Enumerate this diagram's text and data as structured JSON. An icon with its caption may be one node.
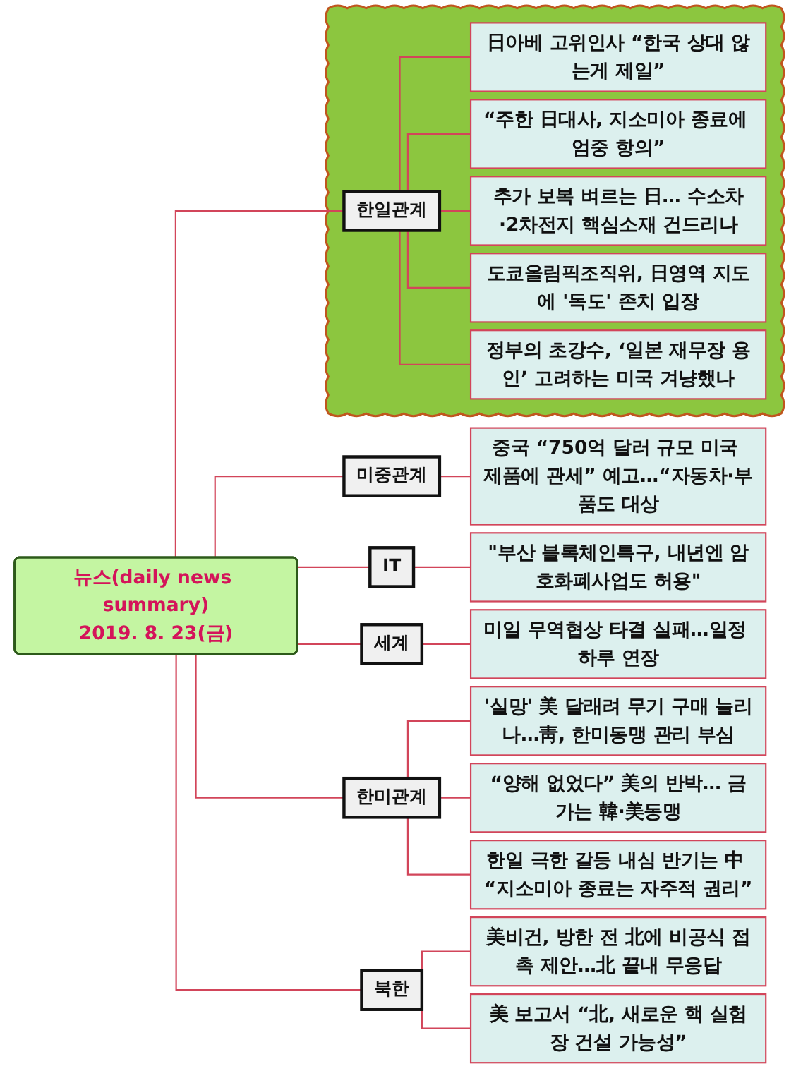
{
  "diagram": {
    "nodes": [
      {
        "text": [
          "뉴스(daily news summary)",
          "2019. 8. 23(금)"
        ]
      },
      {
        "text": [
          "미중관계"
        ]
      },
      {
        "text": [
          "중국 “750억 달러 규모 미국 제품에 관세” 예고…“자동차·부품도 대상"
        ]
      },
      {
        "text": [],
        "shape": "cloud"
      },
      {
        "text": [
          "한일관계"
        ],
        "in": 3
      },
      {
        "text": [
          "日아베 고위인사 “한국 상대 않는게 제일”"
        ],
        "in": 3
      },
      {
        "text": [
          "“주한 日대사, 지소미아 종료에 엄중 항의”"
        ],
        "in": 3
      },
      {
        "text": [
          "추가 보복 벼르는 日… 수소차·2차전지 핵심소재 건드리나"
        ],
        "in": 3
      },
      {
        "text": [
          "도쿄올림픽조직위, 日영역 지도에 '독도' 존치 입장"
        ],
        "in": 3
      },
      {
        "text": [
          "정부의 초강수, ‘일본 재무장 용인’ 고려하는 미국 겨냥했나"
        ],
        "in": 3
      },
      {
        "text": [
          "IT"
        ]
      },
      {
        "text": [
          "\"부산 블록체인특구, 내년엔 암호화폐사업도 허용\""
        ]
      },
      {
        "text": [
          "세계"
        ]
      },
      {
        "text": [
          "미일 무역협상 타결 실패…일정 하루 연장"
        ]
      },
      {
        "text": [
          "한미관계"
        ]
      },
      {
        "text": [
          "'실망' 美 달래려 무기 구매 늘리나…靑, 한미동맹 관리 부심"
        ]
      },
      {
        "text": [
          "“양해 없었다” 美의 반박… 금가는 韓·美동맹"
        ]
      },
      {
        "text": [
          "한일 극한 갈등 내심 반기는 中 “지소미아 종료는 자주적 권리”"
        ]
      },
      {
        "text": [
          "북한"
        ]
      },
      {
        "text": [
          "美비건, 방한 전 北에 비공식 접촉 제안…北 끝내 무응답"
        ]
      },
      {
        "text": [
          "美 보고서 “北, 새로운 핵 실험장 건설 가능성”"
        ]
      }
    ],
    "edges": [
      {
        "from": 0,
        "to": 1,
        "arrow": "none"
      },
      {
        "from": 1,
        "to": 2,
        "arrow": "none"
      },
      {
        "from": 0,
        "to": 4,
        "arrow": "none"
      },
      {
        "from": 4,
        "to": 5,
        "arrow": "none"
      },
      {
        "from": 4,
        "to": 6,
        "arrow": "none"
      },
      {
        "from": 4,
        "to": 7,
        "arrow": "none"
      },
      {
        "from": 4,
        "to": 8,
        "arrow": "none"
      },
      {
        "from": 4,
        "to": 9,
        "arrow": "none"
      },
      {
        "from": 0,
        "to": 10,
        "arrow": "none"
      },
      {
        "from": 10,
        "to": 11,
        "arrow": "none"
      },
      {
        "from": 0,
        "to": 12,
        "arrow": "none"
      },
      {
        "from": 12,
        "to": 13,
        "arrow": "none"
      },
      {
        "from": 0,
        "to": 14,
        "arrow": "none"
      },
      {
        "from": 14,
        "to": 15,
        "arrow": "none"
      },
      {
        "from": 14,
        "to": 16,
        "arrow": "none"
      },
      {
        "from": 14,
        "to": 17,
        "arrow": "none"
      },
      {
        "from": 0,
        "to": 18,
        "arrow": "none"
      },
      {
        "from": 18,
        "to": 19,
        "arrow": "none"
      },
      {
        "from": 18,
        "to": 20,
        "arrow": "none"
      }
    ]
  }
}
